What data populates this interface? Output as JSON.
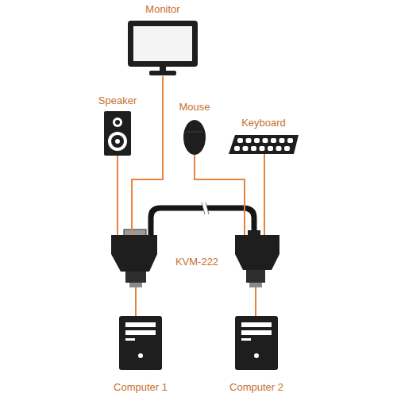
{
  "diagram": {
    "nodes": [
      {
        "text": [
          "Monitor"
        ]
      },
      {
        "text": [
          "Speaker"
        ]
      },
      {
        "text": [
          "Mouse"
        ]
      },
      {
        "text": [
          "Keyboard"
        ]
      },
      {
        "text": [
          "KVM-222"
        ]
      },
      {
        "text": [
          "Computer 1"
        ]
      },
      {
        "text": [
          "Computer 2"
        ]
      }
    ],
    "edges": [
      {
        "from": 0,
        "to": 4,
        "arrow": "none"
      },
      {
        "from": 1,
        "to": 4,
        "arrow": "none"
      },
      {
        "from": 2,
        "to": 4,
        "arrow": "none"
      },
      {
        "from": 3,
        "to": 4,
        "arrow": "none"
      },
      {
        "from": 4,
        "to": 5,
        "arrow": "none"
      },
      {
        "from": 4,
        "to": 6,
        "arrow": "none"
      }
    ]
  }
}
